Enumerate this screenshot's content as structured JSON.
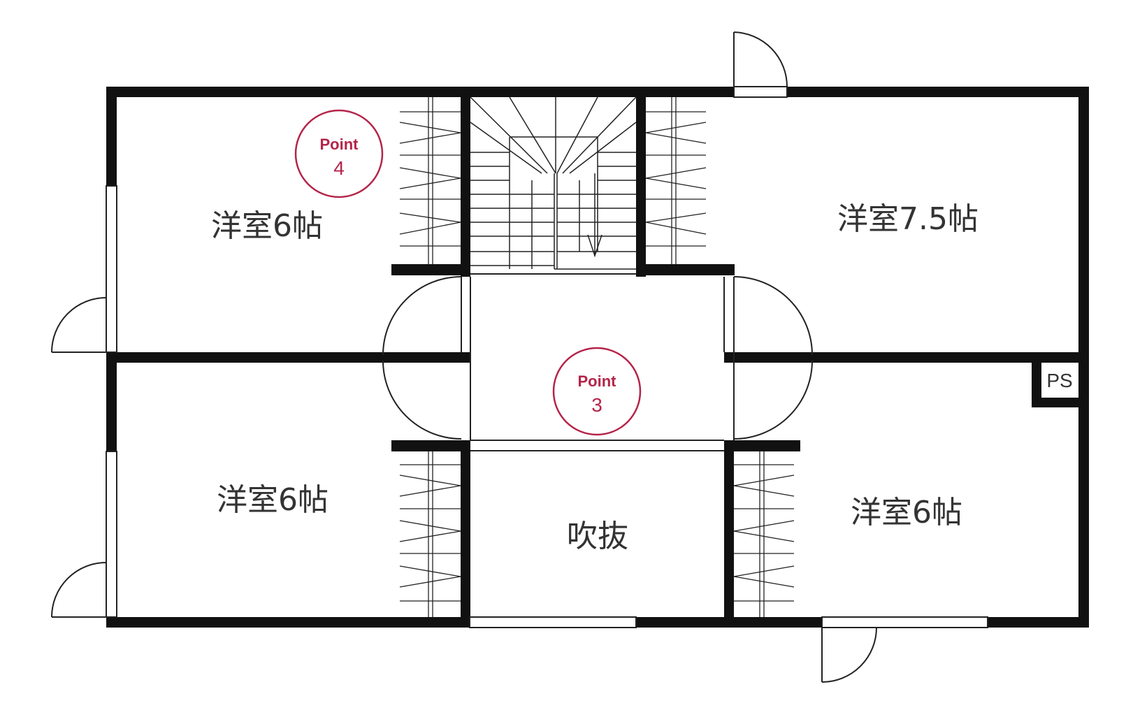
{
  "title": "",
  "rooms": {
    "room_nw": "洋室6帖",
    "room_ne": "洋室7.5帖",
    "room_sw": "洋室6帖",
    "room_se": "洋室6帖",
    "void": "吹抜"
  },
  "markers": {
    "point4": {
      "word": "Point",
      "number": "4"
    },
    "point3": {
      "word": "Point",
      "number": "3"
    }
  },
  "ps_label": "PS",
  "colors": {
    "wall": "#111111",
    "line": "#222222",
    "accent": "#b5244a",
    "text": "#333333",
    "background": "#ffffff"
  }
}
